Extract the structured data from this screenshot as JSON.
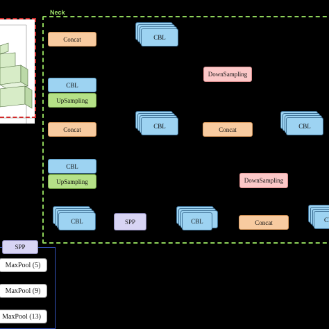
{
  "neck": {
    "label": "Neck"
  },
  "blocks": {
    "concat_1": "Concat",
    "cbl_stack_1": "CBL",
    "downsampling_1": "DownSampling",
    "cbl_1": "CBL",
    "upsampling_1": "UpSampling",
    "concat_2": "Concat",
    "cbl_stack_2": "CBL",
    "concat_3": "Concat",
    "cbl_stack_3": "CBL",
    "cbl_2": "CBL",
    "upsampling_2": "UpSampling",
    "downsampling_2": "DownSampling",
    "cbl_stack_4": "CBL",
    "spp_inner": "SPP",
    "cbl_stack_5": "CBL",
    "concat_4": "Concat",
    "cbl_stack_6": "CBL"
  },
  "spp_panel": {
    "title": "SPP",
    "items": [
      "MaxPool (5)",
      "MaxPool (9)",
      "MaxPool (13)"
    ]
  },
  "colors": {
    "concat": "#f8cba0",
    "cbl": "#9dd3f2",
    "upsampling": "#b5e187",
    "downsampling": "#fcc8c8",
    "spp": "#d8d4f4",
    "neck_border": "#8fd45a",
    "backbone_border": "#d12a2a"
  }
}
